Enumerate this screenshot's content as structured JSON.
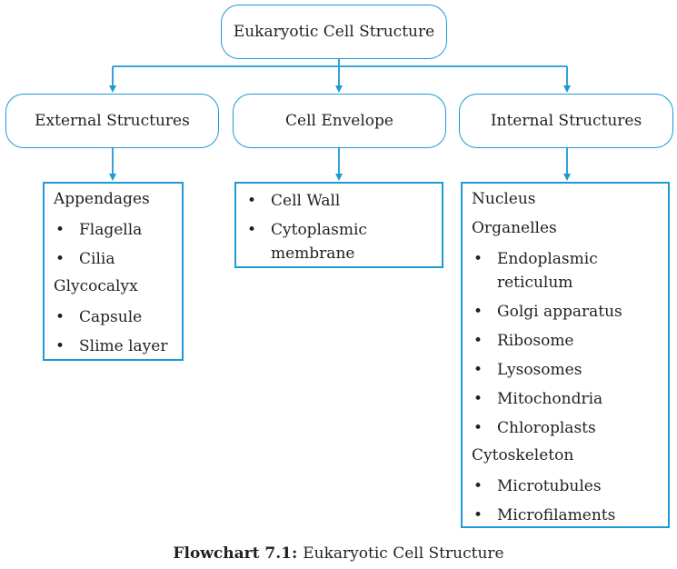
{
  "root": {
    "label": "Eukaryotic Cell Structure"
  },
  "branches": [
    {
      "label": "External Structures",
      "groups": [
        {
          "label": "Appendages",
          "items": [
            "Flagella",
            "Cilia"
          ]
        },
        {
          "label": "Glycocalyx",
          "items": [
            "Capsule",
            "Slime layer"
          ]
        }
      ]
    },
    {
      "label": "Cell Envelope",
      "items": [
        "Cell Wall",
        "Cytoplasmic membrane"
      ]
    },
    {
      "label": "Internal Structures",
      "groups": [
        {
          "label": "Nucleus",
          "items": []
        },
        {
          "label": "Organelles",
          "items": [
            "Endoplasmic reticulum",
            "Golgi apparatus",
            "Ribosome",
            "Lysosomes",
            "Mitochondria",
            "Chloroplasts"
          ]
        },
        {
          "label": "Cytoskeleton",
          "items": [
            "Microtubules",
            "Microfilaments"
          ]
        }
      ]
    }
  ],
  "caption": {
    "label": "Flowchart 7.1:",
    "text": "Eukaryotic Cell Structure"
  },
  "colors": {
    "accent": "#1c9ad6",
    "text": "#231f20"
  }
}
